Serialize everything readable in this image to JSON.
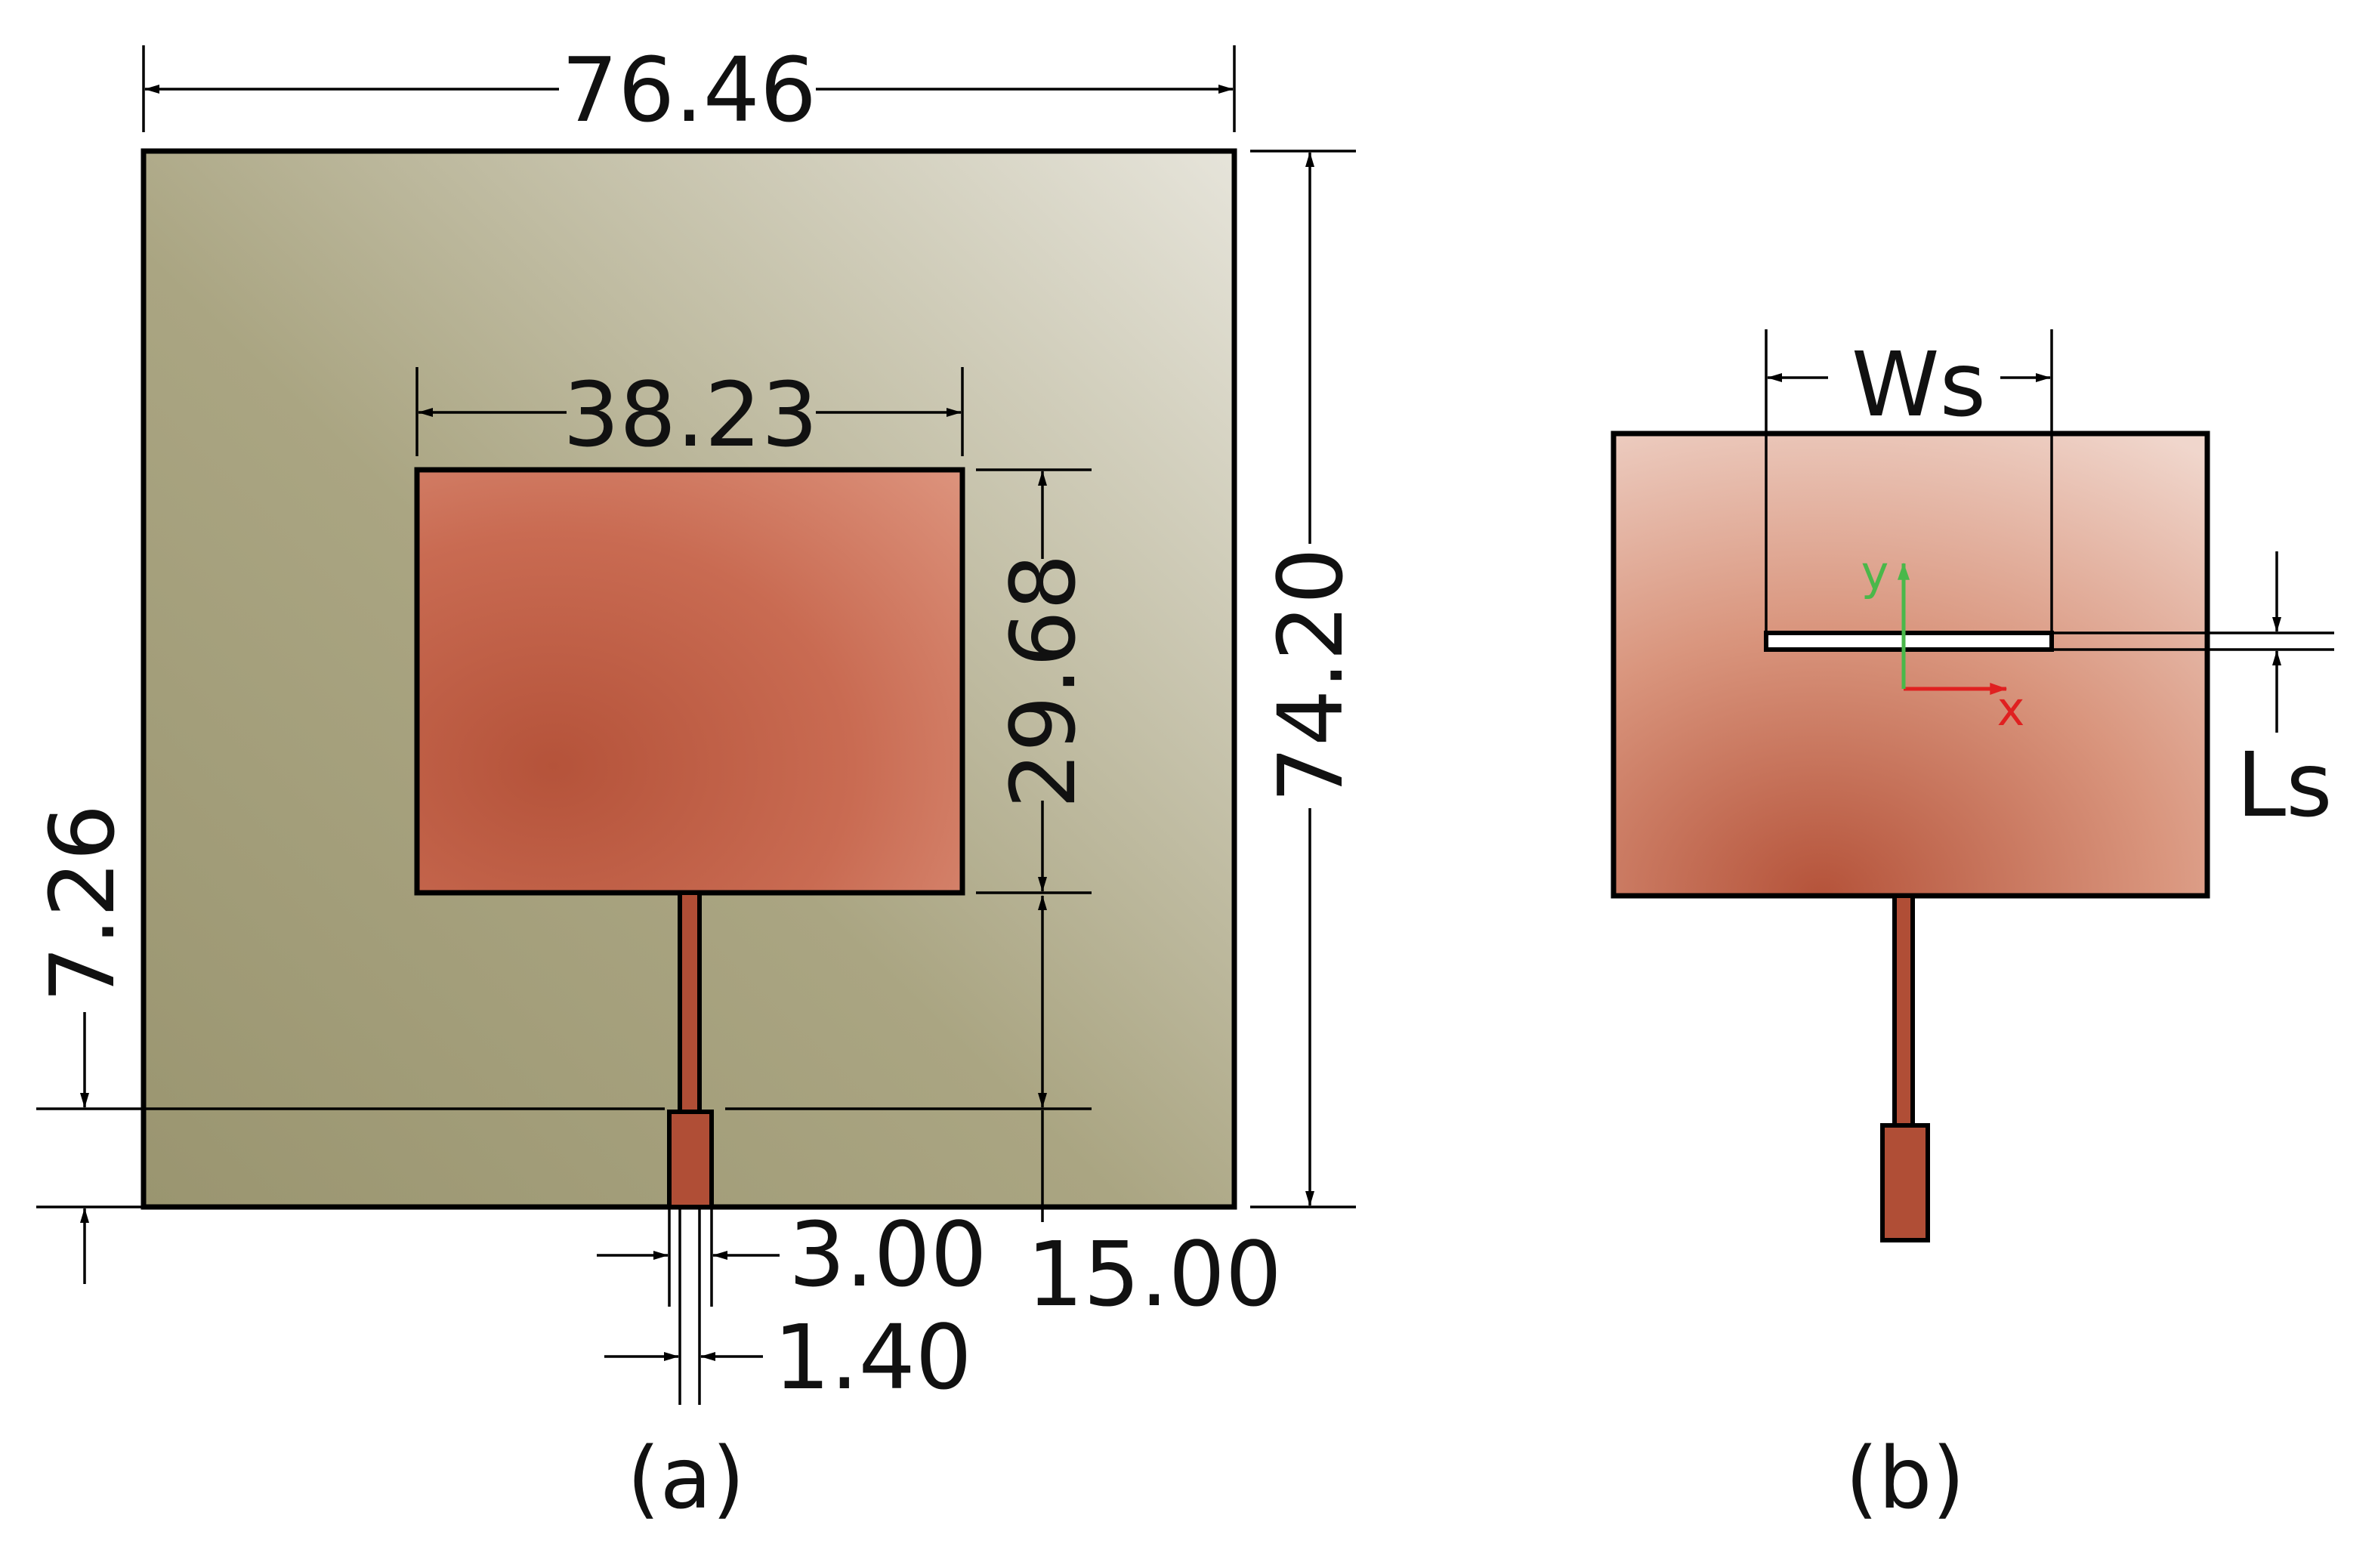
{
  "panel_a": {
    "dimensions": {
      "ground_width": "76.46",
      "ground_height": "74.20",
      "patch_width": "38.23",
      "patch_height": "29.68",
      "feed_length": "15.00",
      "inset_length": "7.26",
      "wide_feed_width": "3.00",
      "narrow_feed_width": "1.40"
    },
    "caption": "(a)"
  },
  "panel_b": {
    "dimensions": {
      "slot_width": "Ws",
      "slot_length": "Ls"
    },
    "axes": {
      "x_label": "x",
      "y_label": "y"
    },
    "caption": "(b)"
  },
  "colors": {
    "substrate_dark": "#9b9672",
    "substrate_light": "#e4e2d8",
    "copper_dark": "#b5533a",
    "copper_light": "#e9b8a8",
    "feed_copper": "#b04e36",
    "x_axis": "#e02020",
    "y_axis": "#4ab84a"
  }
}
